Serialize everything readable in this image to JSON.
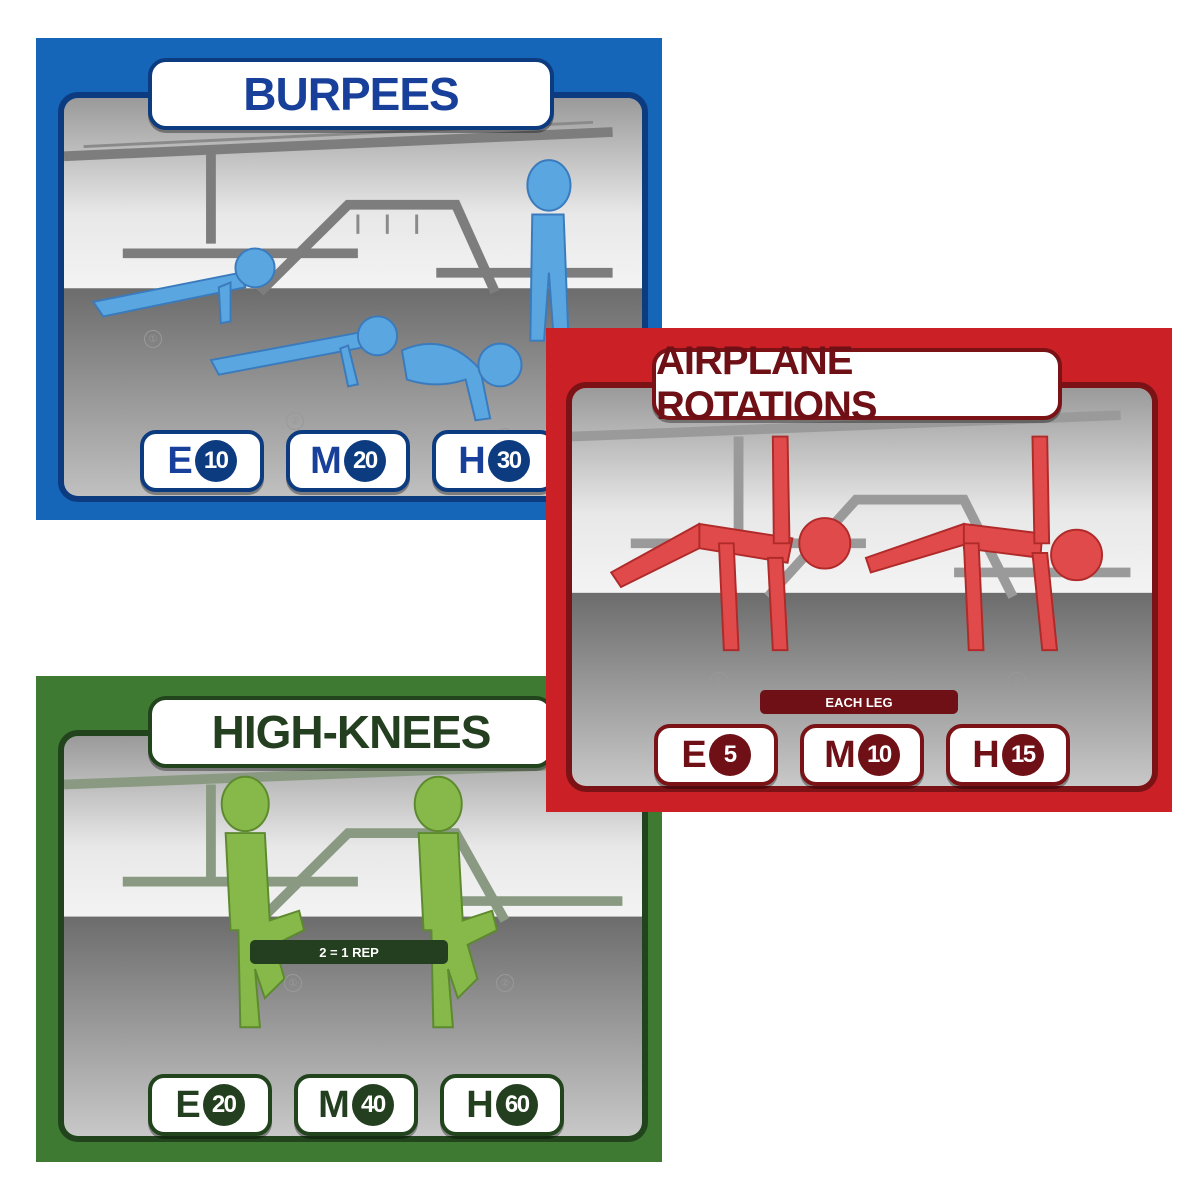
{
  "cards": [
    {
      "id": "burpees",
      "title": "BURPEES",
      "color": "#1565b8",
      "dark_color": "#0d3b80",
      "text_color": "#18409a",
      "figure_color": "#5aa6e0",
      "note": "",
      "steps": [
        "①",
        "②",
        "③"
      ],
      "difficulty": [
        {
          "letter": "E",
          "reps": "10"
        },
        {
          "letter": "M",
          "reps": "20"
        },
        {
          "letter": "H",
          "reps": "30"
        }
      ]
    },
    {
      "id": "airplane-rotations",
      "title": "AIRPLANE ROTATIONS",
      "color": "#cc2027",
      "dark_color": "#7a1216",
      "text_color": "#6e1015",
      "figure_color": "#e04a4a",
      "note": "EACH LEG",
      "steps": [
        "①",
        "②"
      ],
      "difficulty": [
        {
          "letter": "E",
          "reps": "5"
        },
        {
          "letter": "M",
          "reps": "10"
        },
        {
          "letter": "H",
          "reps": "15"
        }
      ]
    },
    {
      "id": "high-knees",
      "title": "HIGH-KNEES",
      "color": "#3e7a32",
      "dark_color": "#21441d",
      "text_color": "#233f1f",
      "figure_color": "#86b84a",
      "note": "2 = 1 REP",
      "steps": [
        "①",
        "②"
      ],
      "difficulty": [
        {
          "letter": "E",
          "reps": "20"
        },
        {
          "letter": "M",
          "reps": "40"
        },
        {
          "letter": "H",
          "reps": "60"
        }
      ]
    }
  ]
}
